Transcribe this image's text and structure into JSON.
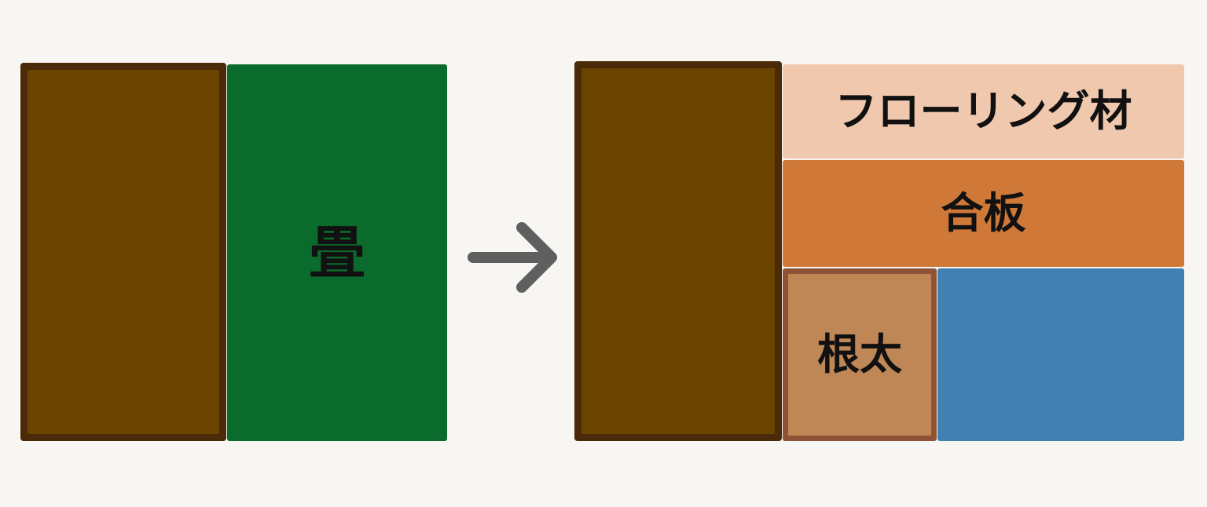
{
  "diagram": {
    "before": {
      "post": {
        "color": "#6b4400",
        "border_color": "#4a2a08"
      },
      "tatami": {
        "label": "畳",
        "color": "#0b6b2c"
      }
    },
    "arrow": {
      "icon": "arrow-right-icon",
      "color": "#5f5f5f"
    },
    "after": {
      "post": {
        "color": "#6b4400",
        "border_color": "#4a2a08"
      },
      "flooring": {
        "label": "フローリング材",
        "color": "#f0c8ae"
      },
      "plywood": {
        "label": "合板",
        "color": "#d07838"
      },
      "joist": {
        "label": "根太",
        "color": "#bf8656",
        "border_color": "#8e5336"
      },
      "insulation": {
        "color": "#4180b2"
      }
    }
  }
}
